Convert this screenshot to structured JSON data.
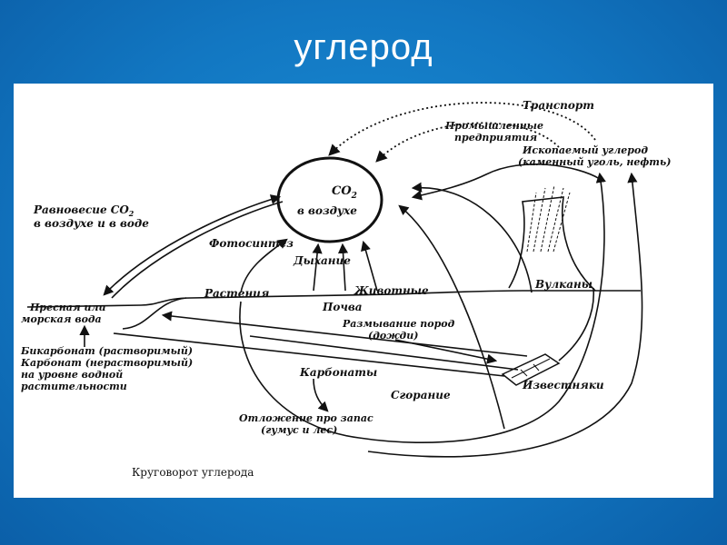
{
  "title": "углерод",
  "diagram": {
    "co2_formula": "CO",
    "co2_sub": "2",
    "co2_place": "в воздухе",
    "equilibrium_line1": "Равновесие CO",
    "equilibrium_sub": "2",
    "equilibrium_line2": "в воздухе и в воде",
    "photosynthesis": "Фотосинтез",
    "respiration": "Дыхание",
    "plants": "Растения",
    "animals": "Животные",
    "soil": "Почва",
    "transport": "Транспорт",
    "industry_line1": "Промышленные",
    "industry_line2": "предприятия",
    "fossil_line1": "Ископаемый углерод",
    "fossil_line2": "(каменный уголь, нефть)",
    "volcanoes": "Вулканы",
    "water_line1": "Пресная или",
    "water_line2": "морская вода",
    "weathering_line1": "Размывание пород",
    "weathering_line2": "(дожди)",
    "bicarb_line1": "Бикарбонат (растворимый)",
    "bicarb_line2": "Карбонат (нерастворимый)",
    "bicarb_line3": "на уровне водной",
    "bicarb_line4": "растительности",
    "carbonates": "Карбонаты",
    "combustion": "Сгорание",
    "limestone": "Известняки",
    "deposit_line1": "Отложение про запас",
    "deposit_line2": "(гумус и лес)",
    "caption": "Круговорот углерода"
  }
}
